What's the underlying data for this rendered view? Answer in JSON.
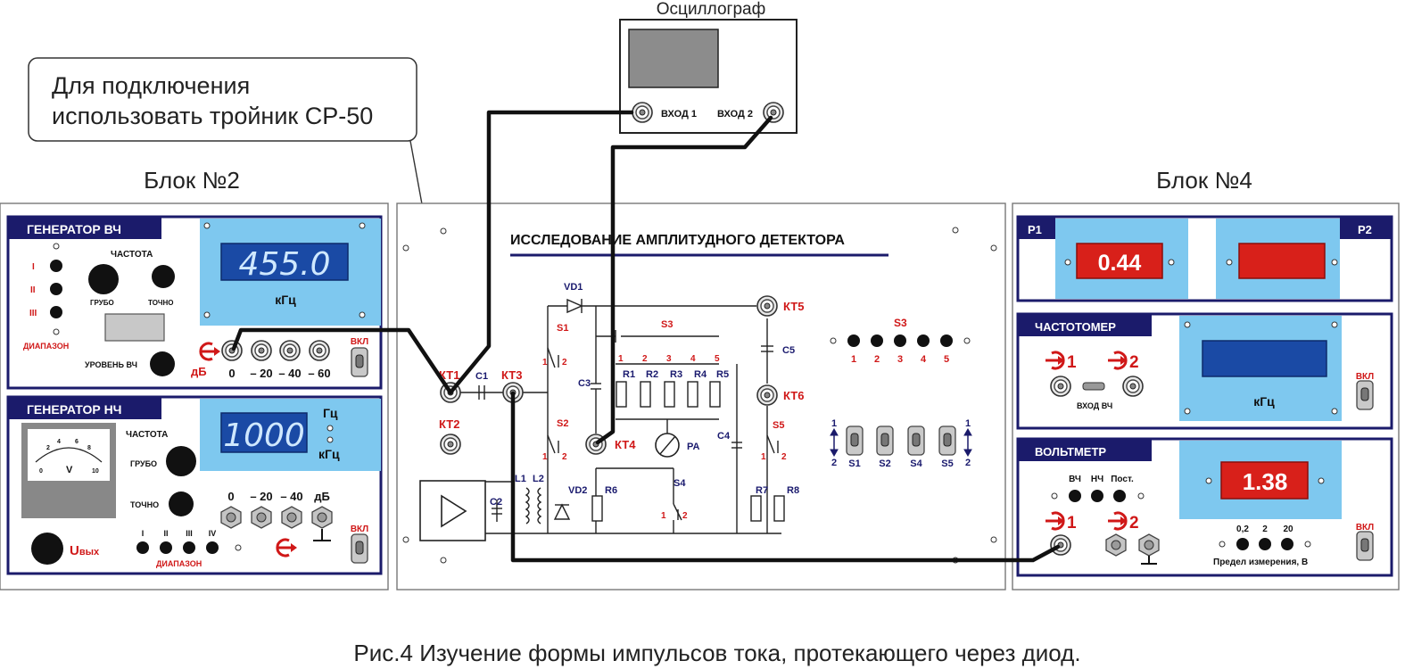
{
  "labels": {
    "oscillograph": "Осциллограф",
    "callout_line1": "Для подключения",
    "callout_line2": "использовать тройник СР-50",
    "block2": "Блок №2",
    "block4": "Блок №4",
    "caption": "Рис.4 Изучение формы импульсов тока, протекающего через диод."
  },
  "oscilloscope": {
    "input1": "ВХОД 1",
    "input2": "ВХОД 2"
  },
  "gen_hf": {
    "title": "ГЕНЕРАТОР ВЧ",
    "frequency": "ЧАСТОТА",
    "coarse": "ГРУБО",
    "fine": "ТОЧНО",
    "range": "ДИАПАЗОН",
    "range_marks": [
      "I",
      "II",
      "III"
    ],
    "level": "УРОВЕНЬ ВЧ",
    "db": "дБ",
    "attenuator": [
      "0",
      "– 20",
      "– 40",
      "– 60"
    ],
    "power": "ВКЛ",
    "display": "455.0",
    "unit": "кГц"
  },
  "gen_lf": {
    "title": "ГЕНЕРАТОР НЧ",
    "frequency": "ЧАСТОТА",
    "coarse": "ГРУБО",
    "fine": "ТОЧНО",
    "display": "1000",
    "unit_hz": "Гц",
    "unit_khz": "кГц",
    "meter_scale": [
      "0",
      "2",
      "4",
      "6",
      "8",
      "10"
    ],
    "meter_unit": "V",
    "attenuator": [
      "0",
      "– 20",
      "– 40",
      "дБ"
    ],
    "range_marks": [
      "I",
      "II",
      "III",
      "IV"
    ],
    "range": "ДИАПАЗОН",
    "uout_u": "U",
    "uout_sub": "вых",
    "power": "ВКЛ"
  },
  "main_panel": {
    "title": "ИССЛЕДОВАНИЕ  АМПЛИТУДНОГО ДЕТЕКТОРА",
    "kt1": "КТ1",
    "kt2": "КТ2",
    "kt3": "КТ3",
    "kt4": "КТ4",
    "kt5": "КТ5",
    "kt6": "КТ6",
    "c1": "C1",
    "c2": "C2",
    "c3": "C3",
    "c4": "C4",
    "c5": "C5",
    "l1": "L1",
    "l2": "L2",
    "vd1": "VD1",
    "vd2": "VD2",
    "s1": "S1",
    "s2": "S2",
    "s3": "S3",
    "s4": "S4",
    "s5": "S5",
    "r1": "R1",
    "r2": "R2",
    "r3": "R3",
    "r4": "R4",
    "r5": "R5",
    "r6": "R6",
    "r7": "R7",
    "r8": "R8",
    "pa": "PA",
    "pos1": "1",
    "pos2": "2",
    "s3_positions": [
      "1",
      "2",
      "3",
      "4",
      "5"
    ],
    "switch_labels": [
      "S1",
      "S2",
      "S4",
      "S5"
    ]
  },
  "block4": {
    "p1": "P1",
    "p2": "P2",
    "p1_display": "0.44",
    "freqmeter": "ЧАСТОТОМЕР",
    "in1": "1",
    "in2": "2",
    "input_hf": "ВХОД  ВЧ",
    "freq_unit": "кГц",
    "power": "ВКЛ",
    "voltmeter": "ВОЛЬТМЕТР",
    "modes": [
      "ВЧ",
      "НЧ",
      "Пост."
    ],
    "volt_display": "1.38",
    "ranges": [
      "0,2",
      "2",
      "20"
    ],
    "range_label": "Предел измерения, В"
  },
  "colors": {
    "panel_navy": "#1b1b6b",
    "screen_blue": "#7ec8ef",
    "lcd_blue": "#1a4aa5",
    "lcd_red": "#d8201a",
    "label_red": "#d01818"
  },
  "icons": {
    "bnc": "bnc-connector-icon",
    "toggle": "toggle-switch-icon",
    "knob": "knob-icon",
    "ground": "ground-icon",
    "input_arrow": "input-arrow-icon",
    "output_arrow": "output-arrow-icon"
  }
}
